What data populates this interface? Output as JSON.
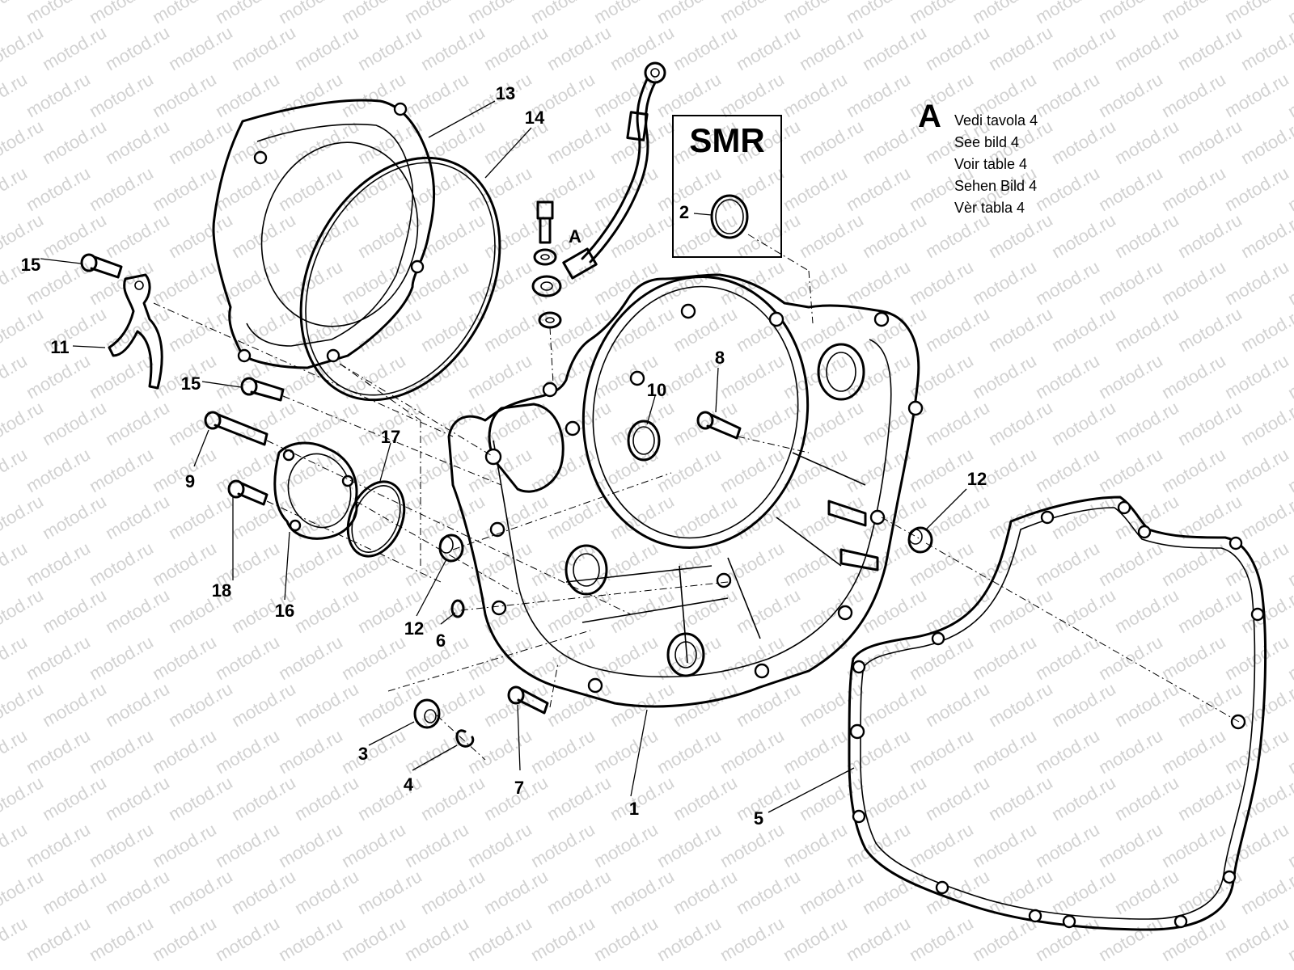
{
  "watermark_text": "motod.ru",
  "smr_box": {
    "title": "SMR",
    "part_label": "2"
  },
  "legend": {
    "marker": "A",
    "lines": [
      "Vedi tavola 4",
      "See bild 4",
      "Voir table 4",
      "Sehen Bild 4",
      "Vèr tabla 4"
    ]
  },
  "callouts": [
    {
      "id": "c1",
      "text": "1"
    },
    {
      "id": "c3",
      "text": "3"
    },
    {
      "id": "c4",
      "text": "4"
    },
    {
      "id": "c5",
      "text": "5"
    },
    {
      "id": "c6",
      "text": "6"
    },
    {
      "id": "c7",
      "text": "7"
    },
    {
      "id": "c8",
      "text": "8"
    },
    {
      "id": "c9",
      "text": "9"
    },
    {
      "id": "c10",
      "text": "10"
    },
    {
      "id": "c11",
      "text": "11"
    },
    {
      "id": "c12a",
      "text": "12"
    },
    {
      "id": "c12b",
      "text": "12"
    },
    {
      "id": "c13",
      "text": "13"
    },
    {
      "id": "c14",
      "text": "14"
    },
    {
      "id": "c15a",
      "text": "15"
    },
    {
      "id": "c15b",
      "text": "15"
    },
    {
      "id": "c16",
      "text": "16"
    },
    {
      "id": "c17",
      "text": "17"
    },
    {
      "id": "c18",
      "text": "18"
    }
  ],
  "hose_marker": "A"
}
